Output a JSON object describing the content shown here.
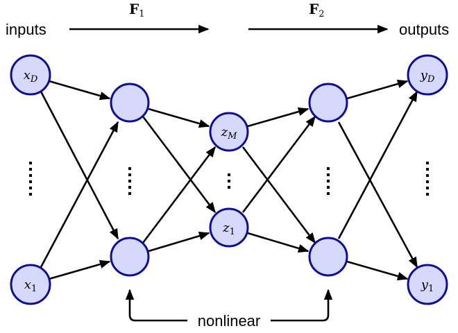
{
  "header": {
    "inputs_label": "inputs",
    "outputs_label": "outputs",
    "f1_label": "F",
    "f1_sub": "1",
    "f2_label": "F",
    "f2_sub": "2"
  },
  "footer": {
    "nonlinear_label": "nonlinear"
  },
  "nodes": {
    "x_D": {
      "main": "x",
      "sub": "D"
    },
    "x_1": {
      "main": "x",
      "sub": "1"
    },
    "z_M": {
      "main": "z",
      "sub": "M"
    },
    "z_1": {
      "main": "z",
      "sub": "1"
    },
    "y_D": {
      "main": "y",
      "sub": "D"
    },
    "y_1": {
      "main": "y",
      "sub": "1"
    }
  },
  "colors": {
    "node_fill": "#d6d9fb",
    "node_stroke": "#0d0d9a",
    "edge": "#000000"
  }
}
